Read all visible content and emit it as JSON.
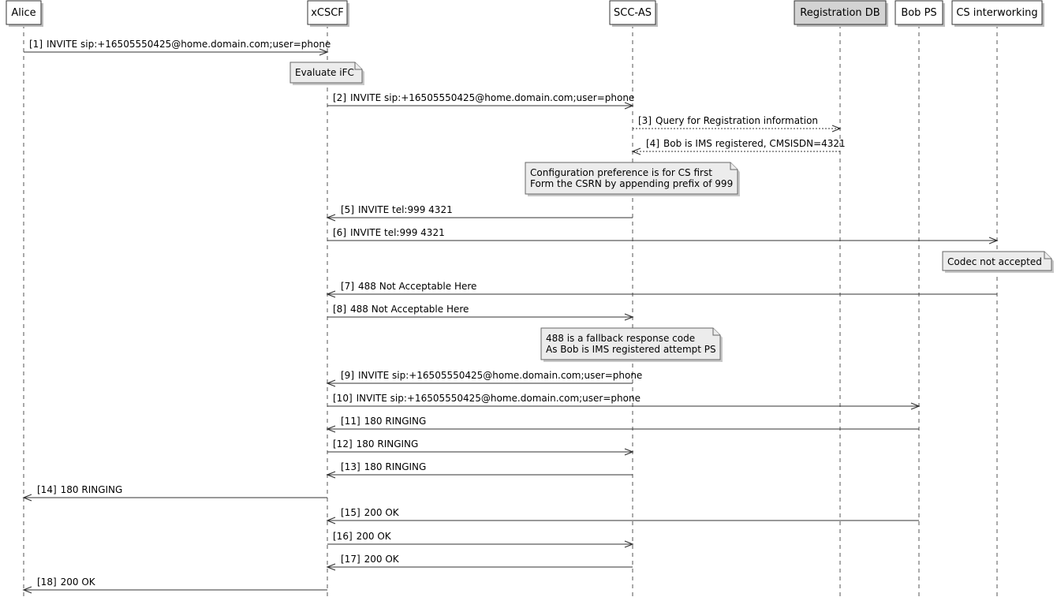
{
  "participants": [
    {
      "id": "alice",
      "label": "Alice",
      "highlight": false
    },
    {
      "id": "xcscf",
      "label": "xCSCF",
      "highlight": false
    },
    {
      "id": "sccas",
      "label": "SCC-AS",
      "highlight": false
    },
    {
      "id": "regdb",
      "label": "Registration DB",
      "highlight": true
    },
    {
      "id": "bobps",
      "label": "Bob PS",
      "highlight": false
    },
    {
      "id": "csint",
      "label": "CS interworking",
      "highlight": false
    }
  ],
  "messages": [
    {
      "num": "[1]",
      "text": "INVITE sip:+16505550425@home.domain.com;user=phone",
      "from": "alice",
      "to": "xcscf",
      "dashed": false
    },
    {
      "num": "[2]",
      "text": "INVITE sip:+16505550425@home.domain.com;user=phone",
      "from": "xcscf",
      "to": "sccas",
      "dashed": false
    },
    {
      "num": "[3]",
      "text": "Query for Registration information",
      "from": "sccas",
      "to": "regdb",
      "dashed": true
    },
    {
      "num": "[4]",
      "text": "Bob is IMS registered, CMSISDN=4321",
      "from": "regdb",
      "to": "sccas",
      "dashed": true
    },
    {
      "num": "[5]",
      "text": "INVITE tel:999 4321",
      "from": "sccas",
      "to": "xcscf",
      "dashed": false
    },
    {
      "num": "[6]",
      "text": "INVITE tel:999 4321",
      "from": "xcscf",
      "to": "csint",
      "dashed": false
    },
    {
      "num": "[7]",
      "text": "488 Not Acceptable Here",
      "from": "csint",
      "to": "xcscf",
      "dashed": false
    },
    {
      "num": "[8]",
      "text": "488 Not Acceptable Here",
      "from": "xcscf",
      "to": "sccas",
      "dashed": false
    },
    {
      "num": "[9]",
      "text": "INVITE sip:+16505550425@home.domain.com;user=phone",
      "from": "sccas",
      "to": "xcscf",
      "dashed": false
    },
    {
      "num": "[10]",
      "text": "INVITE sip:+16505550425@home.domain.com;user=phone",
      "from": "xcscf",
      "to": "bobps",
      "dashed": false
    },
    {
      "num": "[11]",
      "text": "180 RINGING",
      "from": "bobps",
      "to": "xcscf",
      "dashed": false
    },
    {
      "num": "[12]",
      "text": "180 RINGING",
      "from": "xcscf",
      "to": "sccas",
      "dashed": false
    },
    {
      "num": "[13]",
      "text": "180 RINGING",
      "from": "sccas",
      "to": "xcscf",
      "dashed": false
    },
    {
      "num": "[14]",
      "text": "180 RINGING",
      "from": "xcscf",
      "to": "alice",
      "dashed": false
    },
    {
      "num": "[15]",
      "text": "200 OK",
      "from": "bobps",
      "to": "xcscf",
      "dashed": false
    },
    {
      "num": "[16]",
      "text": "200 OK",
      "from": "xcscf",
      "to": "sccas",
      "dashed": false
    },
    {
      "num": "[17]",
      "text": "200 OK",
      "from": "sccas",
      "to": "xcscf",
      "dashed": false
    },
    {
      "num": "[18]",
      "text": "200 OK",
      "from": "xcscf",
      "to": "alice",
      "dashed": false
    }
  ],
  "notes": [
    {
      "over": "xcscf",
      "lines": [
        "Evaluate iFC"
      ]
    },
    {
      "over": "sccas",
      "lines": [
        "Configuration preference is for CS first",
        "Form the CSRN by appending prefix of 999"
      ]
    },
    {
      "over": "csint",
      "lines": [
        "Codec not accepted"
      ]
    },
    {
      "over": "sccas",
      "lines": [
        "488 is a fallback response code",
        "As Bob is IMS registered attempt PS"
      ]
    }
  ]
}
